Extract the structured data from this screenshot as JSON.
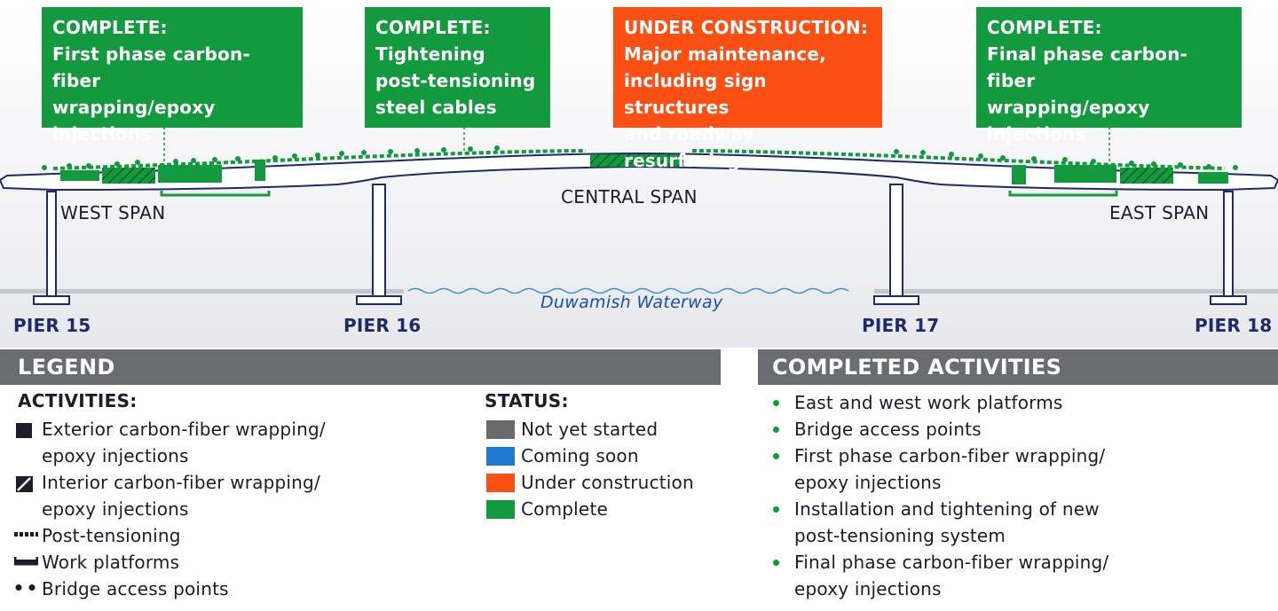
{
  "callouts": [
    {
      "status": "COMPLETE:",
      "text": [
        "First phase carbon-fiber",
        "wrapping/epoxy",
        "injections"
      ]
    },
    {
      "status": "COMPLETE:",
      "text": [
        "Tightening",
        "post-tensioning",
        "steel cables"
      ]
    },
    {
      "status": "UNDER CONSTRUCTION:",
      "text": [
        "Major maintenance,",
        "including sign structures",
        "and roadway resurfacing"
      ]
    },
    {
      "status": "COMPLETE:",
      "text": [
        "Final phase carbon-fiber",
        "wrapping/epoxy",
        "injections"
      ]
    }
  ],
  "spans": {
    "west": "WEST SPAN",
    "central": "CENTRAL SPAN",
    "east": "EAST SPAN"
  },
  "piers": [
    "PIER 15",
    "PIER 16",
    "PIER 17",
    "PIER 18"
  ],
  "waterway": "Duwamish Waterway",
  "legend": {
    "title": "LEGEND",
    "activities_heading": "ACTIVITIES:",
    "activities": [
      {
        "icon": "filled-square-icon",
        "lines": [
          "Exterior carbon-fiber wrapping/",
          "epoxy injections"
        ]
      },
      {
        "icon": "hatched-square-icon",
        "lines": [
          "Interior carbon-fiber wrapping/",
          "epoxy injections"
        ]
      },
      {
        "icon": "dashed-line-icon",
        "lines": [
          "Post-tensioning"
        ]
      },
      {
        "icon": "platform-icon",
        "lines": [
          "Work platforms"
        ]
      },
      {
        "icon": "dots-icon",
        "lines": [
          "Bridge access points"
        ]
      }
    ],
    "status_heading": "STATUS:",
    "statuses": [
      {
        "label": "Not yet started",
        "color": "#6a6a6d"
      },
      {
        "label": "Coming soon",
        "color": "#1f78d1"
      },
      {
        "label": "Under construction",
        "color": "#fb4f14"
      },
      {
        "label": "Complete",
        "color": "#139a3f"
      }
    ]
  },
  "completed": {
    "title": "COMPLETED ACTIVITIES",
    "items": [
      [
        "East and west work platforms"
      ],
      [
        "Bridge access points"
      ],
      [
        "First phase carbon-fiber wrapping/",
        "epoxy injections"
      ],
      [
        "Installation and tightening of new",
        "post-tensioning system"
      ],
      [
        "Final phase carbon-fiber wrapping/",
        "epoxy injections"
      ]
    ]
  },
  "colors": {
    "complete": "#139a3f",
    "under_construction": "#fb4f14",
    "header_gray": "#6b6c70",
    "bridge_outline": "#1f2a6b"
  }
}
